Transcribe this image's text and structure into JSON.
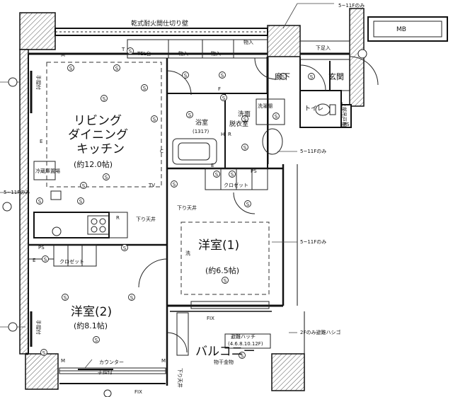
{
  "labels": {
    "partition_wall": "乾式耐火間仕切り壁",
    "mb": "MB",
    "floors_5_11_a": "5~11Fのみ",
    "floors_5_11_b": "5~11Fのみ",
    "floors_5_11_c": "5~11Fのみ",
    "floors_5_11_d": "5~11Fのみ",
    "tel_rack": "TEL台",
    "storage": "物入",
    "shoe_step": "下足入",
    "corridor": "廊下",
    "entrance": "玄関",
    "toilet": "トイレ",
    "wash_shelf": "洗濯棚",
    "toilet_shelf": "上部吊戸棚",
    "bathroom": "浴室",
    "bath_size": "(1317)",
    "washroom_line1": "洗面",
    "washroom_line2": "脱衣室",
    "living_line1": "リビング",
    "living_line2": "ダイニング",
    "living_line3": "キッチン",
    "living_size": "(約12.0帖)",
    "fridge": "冷蔵庫置場",
    "closet_a": "クロゼット",
    "closet_b": "クロゼット",
    "ceiling_a": "下り天井",
    "ceiling_b": "下り天井",
    "ceiling_c": "下り天井",
    "room1": "洋室(1)",
    "room1_size": "(約6.5帖)",
    "room2": "洋室(2)",
    "room2_size": "(約8.1帖)",
    "fix_a": "FIX",
    "fix_b": "FIX",
    "evac_hatch": "避難ハッチ",
    "evac_floors": "(4.6.8.10.12F)",
    "evac_ladder": "2Fのみ避難ハシゴ",
    "balcony": "バルコニー",
    "drying_rack": "物干金物",
    "counter": "カウンター",
    "handrail_a": "手摺付",
    "handrail_b": "手摺付",
    "handrail_c": "手摺付",
    "ps_a": "PS",
    "ps_b": "PS",
    "ps_c": "PS",
    "mark_m1": "M",
    "mark_m2": "M",
    "mark_m3": "M",
    "mark_f": "F",
    "mark_r1": "R",
    "mark_r2": "R",
    "mark_h": "H",
    "mark_e1": "E",
    "mark_e2": "E",
    "mark_e3": "E",
    "mark_c": "C",
    "mark_t": "T",
    "mark_tv": "TV",
    "bath_unit": "洗",
    "outlet": "Ⓢ"
  },
  "icons": [
    "s-outlet-icon",
    "door-swing-icon",
    "toilet-icon",
    "bathtub-icon",
    "washbasin-icon",
    "stove-icon",
    "sink-icon",
    "handrail-icon"
  ]
}
